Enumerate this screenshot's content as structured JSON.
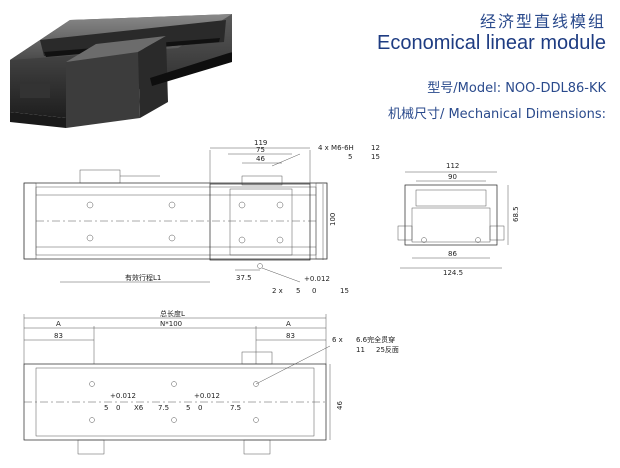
{
  "header": {
    "title_cn": "经济型直线模组",
    "title_en": "Economical linear module",
    "model_label": "型号/Model: NOO-DDL86-KK",
    "dimensions_label": "机械尺寸/ Mechanical Dimensions:"
  },
  "side_view": {
    "w119": "119",
    "w75": "75",
    "w46": "46",
    "screw_spec": "4 x M6-6H",
    "depth_12": "12",
    "cbore_5": "5",
    "depth_15": "15",
    "h100": "100",
    "stroke_label": "有效行程L1",
    "d37": "37.5",
    "pin_qty": "2 x",
    "pin_dia": "5",
    "pin_tol_top": "+0.012",
    "pin_tol_bot": "0",
    "pin_depth": "15"
  },
  "end_view": {
    "w112": "112",
    "w90": "90",
    "h68": "68.5",
    "w86": "86",
    "w124": "124.5"
  },
  "bottom_view": {
    "total_label": "总长度L",
    "a_left": "A",
    "n100": "N*100",
    "a_right": "A",
    "d83_left": "83",
    "d83_right": "83",
    "hole_qty": "6 x",
    "hole_dia": "6.6完全贯穿",
    "hole_cbore": "11",
    "hole_depth": "25反面",
    "tol_a_top": "+0.012",
    "tol_a_bot": "0",
    "tol_a_dia": "5",
    "x6": "X6",
    "depth_a": "7.5",
    "tol_b_top": "+0.012",
    "tol_b_bot": "0",
    "tol_b_dia": "5",
    "depth_b": "7.5",
    "h46": "46"
  },
  "colors": {
    "accent": "#1e3c82",
    "line": "#222222"
  }
}
